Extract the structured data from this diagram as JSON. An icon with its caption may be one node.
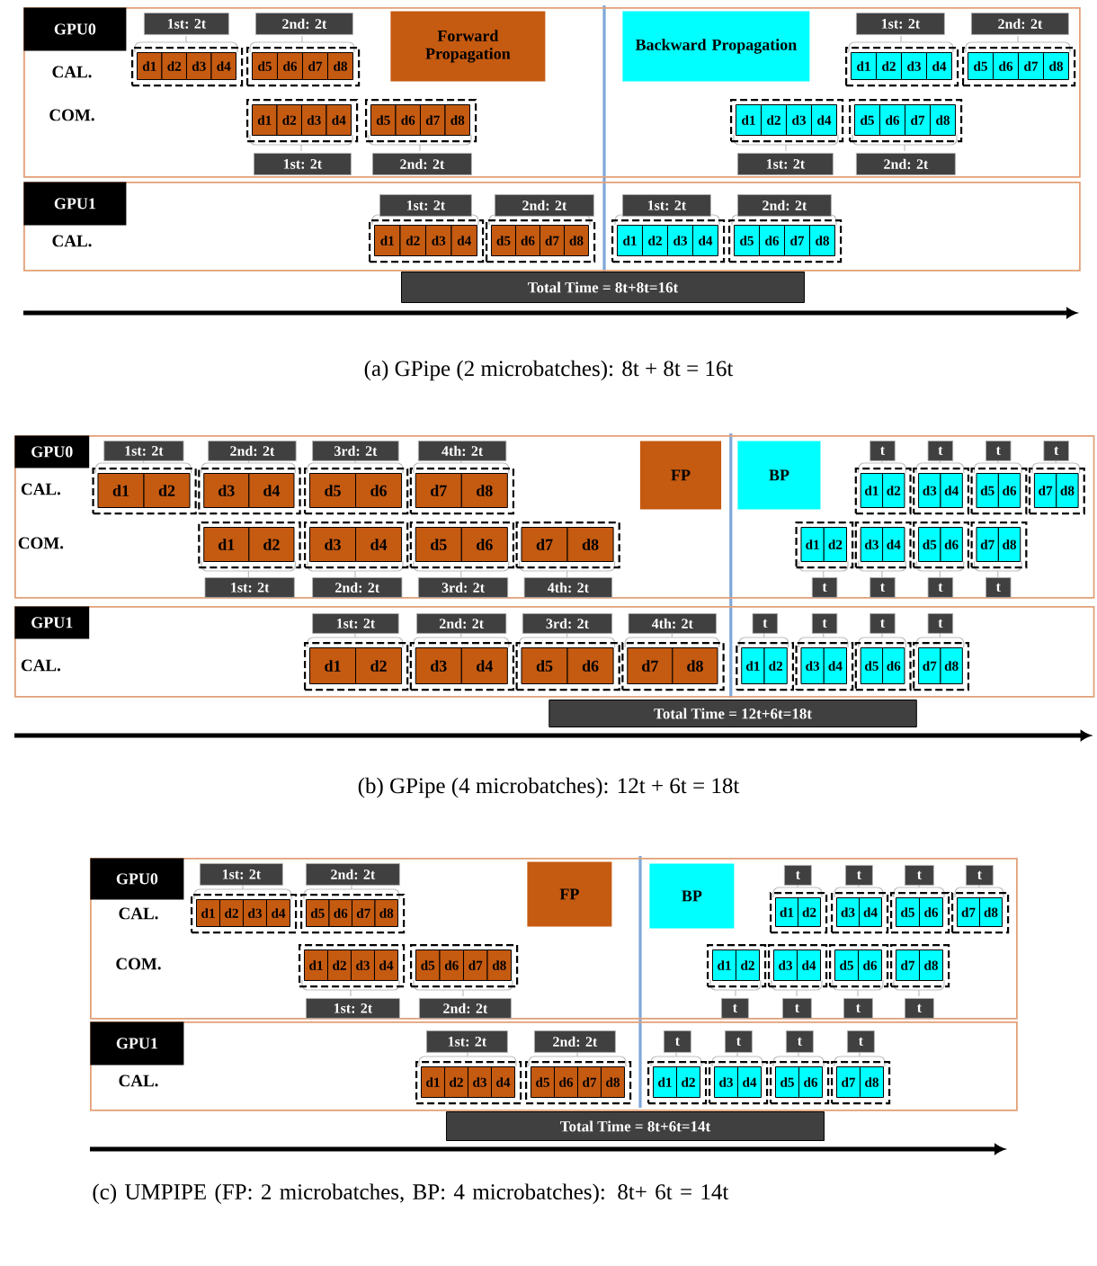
{
  "diagram": {
    "nodes": [
      {
        "text": [],
        "shape": "box"
      },
      {
        "text": [
          "GPU0"
        ],
        "in": 0
      },
      {
        "text": [
          "1st: 2t"
        ],
        "in": 0
      },
      {
        "text": [
          "2nd: 2t"
        ],
        "in": 0
      },
      {
        "text": [],
        "shape": "box",
        "in": 0
      },
      {
        "text": [
          "d1"
        ],
        "in": 4
      },
      {
        "text": [
          "d2"
        ],
        "in": 4
      },
      {
        "text": [
          "d3"
        ],
        "in": 4
      },
      {
        "text": [
          "d4"
        ],
        "in": 4
      },
      {
        "text": [],
        "shape": "box",
        "in": 0
      },
      {
        "text": [
          "d5"
        ],
        "in": 9
      },
      {
        "text": [
          "d6"
        ],
        "in": 9
      },
      {
        "text": [
          "d7"
        ],
        "in": 9
      },
      {
        "text": [
          "d8"
        ],
        "in": 9
      },
      {
        "text": [
          "Forward Propagation"
        ],
        "in": 0
      },
      {
        "text": [
          "Backward Propagation"
        ],
        "in": 0
      },
      {
        "text": [
          "1st: 2t"
        ],
        "in": 0
      },
      {
        "text": [
          "2nd: 2t"
        ],
        "in": 0
      },
      {
        "text": [],
        "shape": "box",
        "in": 0
      },
      {
        "text": [
          "d1"
        ],
        "in": 18
      },
      {
        "text": [
          "d2"
        ],
        "in": 18
      },
      {
        "text": [
          "d3"
        ],
        "in": 18
      },
      {
        "text": [
          "d4"
        ],
        "in": 18
      },
      {
        "text": [],
        "shape": "box",
        "in": 0
      },
      {
        "text": [
          "d5"
        ],
        "in": 23
      },
      {
        "text": [
          "d6"
        ],
        "in": 23
      },
      {
        "text": [
          "d7"
        ],
        "in": 23
      },
      {
        "text": [
          "d8"
        ],
        "in": 23
      },
      {
        "text": [],
        "shape": "box",
        "in": 0
      },
      {
        "text": [
          "d1"
        ],
        "in": 28
      },
      {
        "text": [
          "d2"
        ],
        "in": 28
      },
      {
        "text": [
          "d3"
        ],
        "in": 28
      },
      {
        "text": [
          "d4"
        ],
        "in": 28
      },
      {
        "text": [],
        "shape": "box",
        "in": 0
      },
      {
        "text": [
          "d5"
        ],
        "in": 33
      },
      {
        "text": [
          "d6"
        ],
        "in": 33
      },
      {
        "text": [
          "d7"
        ],
        "in": 33
      },
      {
        "text": [
          "d8"
        ],
        "in": 33
      },
      {
        "text": [],
        "shape": "box",
        "in": 0
      },
      {
        "text": [
          "d1"
        ],
        "in": 38
      },
      {
        "text": [
          "d2"
        ],
        "in": 38
      },
      {
        "text": [
          "d3"
        ],
        "in": 38
      },
      {
        "text": [
          "d4"
        ],
        "in": 38
      },
      {
        "text": [],
        "shape": "box",
        "in": 0
      },
      {
        "text": [
          "d5"
        ],
        "in": 43
      },
      {
        "text": [
          "d6"
        ],
        "in": 43
      },
      {
        "text": [
          "d7"
        ],
        "in": 43
      },
      {
        "text": [
          "d8"
        ],
        "in": 43
      },
      {
        "text": [
          "1st: 2t"
        ],
        "in": 0
      },
      {
        "text": [
          "2nd: 2t"
        ],
        "in": 0
      },
      {
        "text": [
          "1st: 2t"
        ],
        "in": 0
      },
      {
        "text": [
          "2nd: 2t"
        ],
        "in": 0
      },
      {
        "text": [],
        "shape": "box"
      },
      {
        "text": [
          "GPU1"
        ],
        "in": 52
      },
      {
        "text": [
          "1st: 2t"
        ],
        "in": 52
      },
      {
        "text": [
          "2nd: 2t"
        ],
        "in": 52
      },
      {
        "text": [
          "1st: 2t"
        ],
        "in": 52
      },
      {
        "text": [
          "2nd: 2t"
        ],
        "in": 52
      },
      {
        "text": [],
        "shape": "box",
        "in": 52
      },
      {
        "text": [
          "d1"
        ],
        "in": 58
      },
      {
        "text": [
          "d2"
        ],
        "in": 58
      },
      {
        "text": [
          "d3"
        ],
        "in": 58
      },
      {
        "text": [
          "d4"
        ],
        "in": 58
      },
      {
        "text": [],
        "shape": "box",
        "in": 52
      },
      {
        "text": [
          "d5"
        ],
        "in": 63
      },
      {
        "text": [
          "d6"
        ],
        "in": 63
      },
      {
        "text": [
          "d7"
        ],
        "in": 63
      },
      {
        "text": [
          "d8"
        ],
        "in": 63
      },
      {
        "text": [],
        "shape": "box",
        "in": 52
      },
      {
        "text": [
          "d1"
        ],
        "in": 68
      },
      {
        "text": [
          "d2"
        ],
        "in": 68
      },
      {
        "text": [
          "d3"
        ],
        "in": 68
      },
      {
        "text": [
          "d4"
        ],
        "in": 68
      },
      {
        "text": [],
        "shape": "box",
        "in": 52
      },
      {
        "text": [
          "d5"
        ],
        "in": 73
      },
      {
        "text": [
          "d6"
        ],
        "in": 73
      },
      {
        "text": [
          "d7"
        ],
        "in": 73
      },
      {
        "text": [
          "d8"
        ],
        "in": 73
      },
      {
        "text": [
          "Total Time = 8t+8t=16t"
        ]
      },
      {
        "text": [],
        "shape": "box"
      },
      {
        "text": [
          "GPU0"
        ],
        "in": 79
      },
      {
        "text": [
          "1st: 2t"
        ],
        "in": 79
      },
      {
        "text": [
          "2nd: 2t"
        ],
        "in": 79
      },
      {
        "text": [
          "3rd: 2t"
        ],
        "in": 79
      },
      {
        "text": [
          "4th: 2t"
        ],
        "in": 79
      },
      {
        "text": [],
        "shape": "box",
        "in": 79
      },
      {
        "text": [
          "d1"
        ],
        "in": 85
      },
      {
        "text": [
          "d2"
        ],
        "in": 85
      },
      {
        "text": [],
        "shape": "box",
        "in": 79
      },
      {
        "text": [
          "d3"
        ],
        "in": 88
      },
      {
        "text": [
          "d4"
        ],
        "in": 88
      },
      {
        "text": [],
        "shape": "box",
        "in": 79
      },
      {
        "text": [
          "d5"
        ],
        "in": 91
      },
      {
        "text": [
          "d6"
        ],
        "in": 91
      },
      {
        "text": [],
        "shape": "box",
        "in": 79
      },
      {
        "text": [
          "d7"
        ],
        "in": 94
      },
      {
        "text": [
          "d8"
        ],
        "in": 94
      },
      {
        "text": [
          "FP"
        ],
        "in": 79
      },
      {
        "text": [
          "BP"
        ],
        "in": 79
      },
      {
        "text": [
          "t"
        ],
        "in": 79
      },
      {
        "text": [
          "t"
        ],
        "in": 79
      },
      {
        "text": [
          "t"
        ],
        "in": 79
      },
      {
        "text": [
          "t"
        ],
        "in": 79
      },
      {
        "text": [],
        "shape": "box",
        "in": 79
      },
      {
        "text": [
          "d1"
        ],
        "in": 103
      },
      {
        "text": [
          "d2"
        ],
        "in": 103
      },
      {
        "text": [],
        "shape": "box",
        "in": 79
      },
      {
        "text": [
          "d3"
        ],
        "in": 106
      },
      {
        "text": [
          "d4"
        ],
        "in": 106
      },
      {
        "text": [],
        "shape": "box",
        "in": 79
      },
      {
        "text": [
          "d5"
        ],
        "in": 109
      },
      {
        "text": [
          "d6"
        ],
        "in": 109
      },
      {
        "text": [],
        "shape": "box",
        "in": 79
      },
      {
        "text": [
          "d7"
        ],
        "in": 112
      },
      {
        "text": [
          "d8"
        ],
        "in": 112
      },
      {
        "text": [],
        "shape": "box",
        "in": 79
      },
      {
        "text": [
          "d1"
        ],
        "in": 115
      },
      {
        "text": [
          "d2"
        ],
        "in": 115
      },
      {
        "text": [],
        "shape": "box",
        "in": 79
      },
      {
        "text": [
          "d3"
        ],
        "in": 118
      },
      {
        "text": [
          "d4"
        ],
        "in": 118
      },
      {
        "text": [],
        "shape": "box",
        "in": 79
      },
      {
        "text": [
          "d5"
        ],
        "in": 121
      },
      {
        "text": [
          "d6"
        ],
        "in": 121
      },
      {
        "text": [],
        "shape": "box",
        "in": 79
      },
      {
        "text": [
          "d7"
        ],
        "in": 124
      },
      {
        "text": [
          "d8"
        ],
        "in": 124
      },
      {
        "text": [],
        "shape": "box",
        "in": 79
      },
      {
        "text": [
          "d1"
        ],
        "in": 127
      },
      {
        "text": [
          "d2"
        ],
        "in": 127
      },
      {
        "text": [],
        "shape": "box",
        "in": 79
      },
      {
        "text": [
          "d3"
        ],
        "in": 130
      },
      {
        "text": [
          "d4"
        ],
        "in": 130
      },
      {
        "text": [],
        "shape": "box",
        "in": 79
      },
      {
        "text": [
          "d5"
        ],
        "in": 133
      },
      {
        "text": [
          "d6"
        ],
        "in": 133
      },
      {
        "text": [],
        "shape": "box",
        "in": 79
      },
      {
        "text": [
          "d7"
        ],
        "in": 136
      },
      {
        "text": [
          "d8"
        ],
        "in": 136
      },
      {
        "text": [
          "1st: 2t"
        ],
        "in": 79
      },
      {
        "text": [
          "2nd: 2t"
        ],
        "in": 79
      },
      {
        "text": [
          "3rd: 2t"
        ],
        "in": 79
      },
      {
        "text": [
          "4th: 2t"
        ],
        "in": 79
      },
      {
        "text": [
          "t"
        ],
        "in": 79
      },
      {
        "text": [
          "t"
        ],
        "in": 79
      },
      {
        "text": [
          "t"
        ],
        "in": 79
      },
      {
        "text": [
          "t"
        ],
        "in": 79
      },
      {
        "text": [],
        "shape": "box"
      },
      {
        "text": [
          "GPU1"
        ],
        "in": 147
      },
      {
        "text": [
          "1st: 2t"
        ],
        "in": 147
      },
      {
        "text": [
          "2nd: 2t"
        ],
        "in": 147
      },
      {
        "text": [
          "3rd: 2t"
        ],
        "in": 147
      },
      {
        "text": [
          "4th: 2t"
        ],
        "in": 147
      },
      {
        "text": [
          "t"
        ],
        "in": 147
      },
      {
        "text": [
          "t"
        ],
        "in": 147
      },
      {
        "text": [
          "t"
        ],
        "in": 147
      },
      {
        "text": [
          "t"
        ],
        "in": 147
      },
      {
        "text": [],
        "shape": "box",
        "in": 147
      },
      {
        "text": [
          "d1"
        ],
        "in": 157
      },
      {
        "text": [
          "d2"
        ],
        "in": 157
      },
      {
        "text": [],
        "shape": "box",
        "in": 147
      },
      {
        "text": [
          "d3"
        ],
        "in": 160
      },
      {
        "text": [
          "d4"
        ],
        "in": 160
      },
      {
        "text": [],
        "shape": "box",
        "in": 147
      },
      {
        "text": [
          "d5"
        ],
        "in": 163
      },
      {
        "text": [
          "d6"
        ],
        "in": 163
      },
      {
        "text": [],
        "shape": "box",
        "in": 147
      },
      {
        "text": [
          "d7"
        ],
        "in": 166
      },
      {
        "text": [
          "d8"
        ],
        "in": 166
      },
      {
        "text": [],
        "shape": "box",
        "in": 147
      },
      {
        "text": [
          "d1"
        ],
        "in": 169
      },
      {
        "text": [
          "d2"
        ],
        "in": 169
      },
      {
        "text": [],
        "shape": "box",
        "in": 147
      },
      {
        "text": [
          "d3"
        ],
        "in": 172
      },
      {
        "text": [
          "d4"
        ],
        "in": 172
      },
      {
        "text": [],
        "shape": "box",
        "in": 147
      },
      {
        "text": [
          "d5"
        ],
        "in": 175
      },
      {
        "text": [
          "d6"
        ],
        "in": 175
      },
      {
        "text": [],
        "shape": "box",
        "in": 147
      },
      {
        "text": [
          "d7"
        ],
        "in": 178
      },
      {
        "text": [
          "d8"
        ],
        "in": 178
      },
      {
        "text": [
          "Total Time = 12t+6t=18t"
        ]
      },
      {
        "text": [],
        "shape": "box"
      },
      {
        "text": [
          "GPU0"
        ],
        "in": 182
      },
      {
        "text": [
          "1st: 2t"
        ],
        "in": 182
      },
      {
        "text": [
          "2nd: 2t"
        ],
        "in": 182
      },
      {
        "text": [],
        "shape": "box",
        "in": 182
      },
      {
        "text": [
          "d1"
        ],
        "in": 186
      },
      {
        "text": [
          "d2"
        ],
        "in": 186
      },
      {
        "text": [
          "d3"
        ],
        "in": 186
      },
      {
        "text": [
          "d4"
        ],
        "in": 186
      },
      {
        "text": [],
        "shape": "box",
        "in": 182
      },
      {
        "text": [
          "d5"
        ],
        "in": 191
      },
      {
        "text": [
          "d6"
        ],
        "in": 191
      },
      {
        "text": [
          "d7"
        ],
        "in": 191
      },
      {
        "text": [
          "d8"
        ],
        "in": 191
      },
      {
        "text": [
          "FP"
        ],
        "in": 182
      },
      {
        "text": [
          "BP"
        ],
        "in": 182
      },
      {
        "text": [
          "t"
        ],
        "in": 182
      },
      {
        "text": [
          "t"
        ],
        "in": 182
      },
      {
        "text": [
          "t"
        ],
        "in": 182
      },
      {
        "text": [
          "t"
        ],
        "in": 182
      },
      {
        "text": [],
        "shape": "box",
        "in": 182
      },
      {
        "text": [
          "d1"
        ],
        "in": 202
      },
      {
        "text": [
          "d2"
        ],
        "in": 202
      },
      {
        "text": [],
        "shape": "box",
        "in": 182
      },
      {
        "text": [
          "d3"
        ],
        "in": 205
      },
      {
        "text": [
          "d4"
        ],
        "in": 205
      },
      {
        "text": [],
        "shape": "box",
        "in": 182
      },
      {
        "text": [
          "d5"
        ],
        "in": 208
      },
      {
        "text": [
          "d6"
        ],
        "in": 208
      },
      {
        "text": [],
        "shape": "box",
        "in": 182
      },
      {
        "text": [
          "d7"
        ],
        "in": 211
      },
      {
        "text": [
          "d8"
        ],
        "in": 211
      },
      {
        "text": [],
        "shape": "box",
        "in": 182
      },
      {
        "text": [
          "d1"
        ],
        "in": 214
      },
      {
        "text": [
          "d2"
        ],
        "in": 214
      },
      {
        "text": [
          "d3"
        ],
        "in": 214
      },
      {
        "text": [
          "d4"
        ],
        "in": 214
      },
      {
        "text": [],
        "shape": "box",
        "in": 182
      },
      {
        "text": [
          "d5"
        ],
        "in": 219
      },
      {
        "text": [
          "d6"
        ],
        "in": 219
      },
      {
        "text": [
          "d7"
        ],
        "in": 219
      },
      {
        "text": [
          "d8"
        ],
        "in": 219
      },
      {
        "text": [],
        "shape": "box",
        "in": 182
      },
      {
        "text": [
          "d1"
        ],
        "in": 224
      },
      {
        "text": [
          "d2"
        ],
        "in": 224
      },
      {
        "text": [],
        "shape": "box",
        "in": 182
      },
      {
        "text": [
          "d3"
        ],
        "in": 227
      },
      {
        "text": [
          "d4"
        ],
        "in": 227
      },
      {
        "text": [],
        "shape": "box",
        "in": 182
      },
      {
        "text": [
          "d5"
        ],
        "in": 230
      },
      {
        "text": [
          "d6"
        ],
        "in": 230
      },
      {
        "text": [],
        "shape": "box",
        "in": 182
      },
      {
        "text": [
          "d7"
        ],
        "in": 233
      },
      {
        "text": [
          "d8"
        ],
        "in": 233
      },
      {
        "text": [
          "1st: 2t"
        ],
        "in": 182
      },
      {
        "text": [
          "2nd: 2t"
        ],
        "in": 182
      },
      {
        "text": [
          "t"
        ],
        "in": 182
      },
      {
        "text": [
          "t"
        ],
        "in": 182
      },
      {
        "text": [
          "t"
        ],
        "in": 182
      },
      {
        "text": [
          "t"
        ],
        "in": 182
      },
      {
        "text": [],
        "shape": "box"
      },
      {
        "text": [
          "GPU1"
        ],
        "in": 242
      },
      {
        "text": [
          "1st: 2t"
        ],
        "in": 242
      },
      {
        "text": [
          "2nd: 2t"
        ],
        "in": 242
      },
      {
        "text": [
          "t"
        ],
        "in": 242
      },
      {
        "text": [
          "t"
        ],
        "in": 242
      },
      {
        "text": [
          "t"
        ],
        "in": 242
      },
      {
        "text": [
          "t"
        ],
        "in": 242
      },
      {
        "text": [],
        "shape": "box",
        "in": 242
      },
      {
        "text": [
          "d1"
        ],
        "in": 250
      },
      {
        "text": [
          "d2"
        ],
        "in": 250
      },
      {
        "text": [
          "d3"
        ],
        "in": 250
      },
      {
        "text": [
          "d4"
        ],
        "in": 250
      },
      {
        "text": [],
        "shape": "box",
        "in": 242
      },
      {
        "text": [
          "d5"
        ],
        "in": 255
      },
      {
        "text": [
          "d6"
        ],
        "in": 255
      },
      {
        "text": [
          "d7"
        ],
        "in": 255
      },
      {
        "text": [
          "d8"
        ],
        "in": 255
      },
      {
        "text": [],
        "shape": "box",
        "in": 242
      },
      {
        "text": [
          "d1"
        ],
        "in": 260
      },
      {
        "text": [
          "d2"
        ],
        "in": 260
      },
      {
        "text": [],
        "shape": "box",
        "in": 242
      },
      {
        "text": [
          "d3"
        ],
        "in": 263
      },
      {
        "text": [
          "d4"
        ],
        "in": 263
      },
      {
        "text": [],
        "shape": "box",
        "in": 242
      },
      {
        "text": [
          "d5"
        ],
        "in": 266
      },
      {
        "text": [
          "d6"
        ],
        "in": 266
      },
      {
        "text": [],
        "shape": "box",
        "in": 242
      },
      {
        "text": [
          "d7"
        ],
        "in": 269
      },
      {
        "text": [
          "d8"
        ],
        "in": 269
      },
      {
        "text": [
          "Total Time = 8t+6t=14t"
        ]
      }
    ],
    "labels": [
      "CAL.",
      "COM.",
      "CAL.",
      "(a) GPipe (2 microbatches): 8t + 8t = 16t",
      "CAL.",
      "COM.",
      "CAL.",
      "(b) GPipe (4 microbatches): 12t + 6t = 18t",
      "CAL.",
      "COM.",
      "CAL.",
      "(c) UMPIPE (FP: 2 microbatches, BP: 4 microbatches): 8t+ 6t = 14t"
    ]
  }
}
